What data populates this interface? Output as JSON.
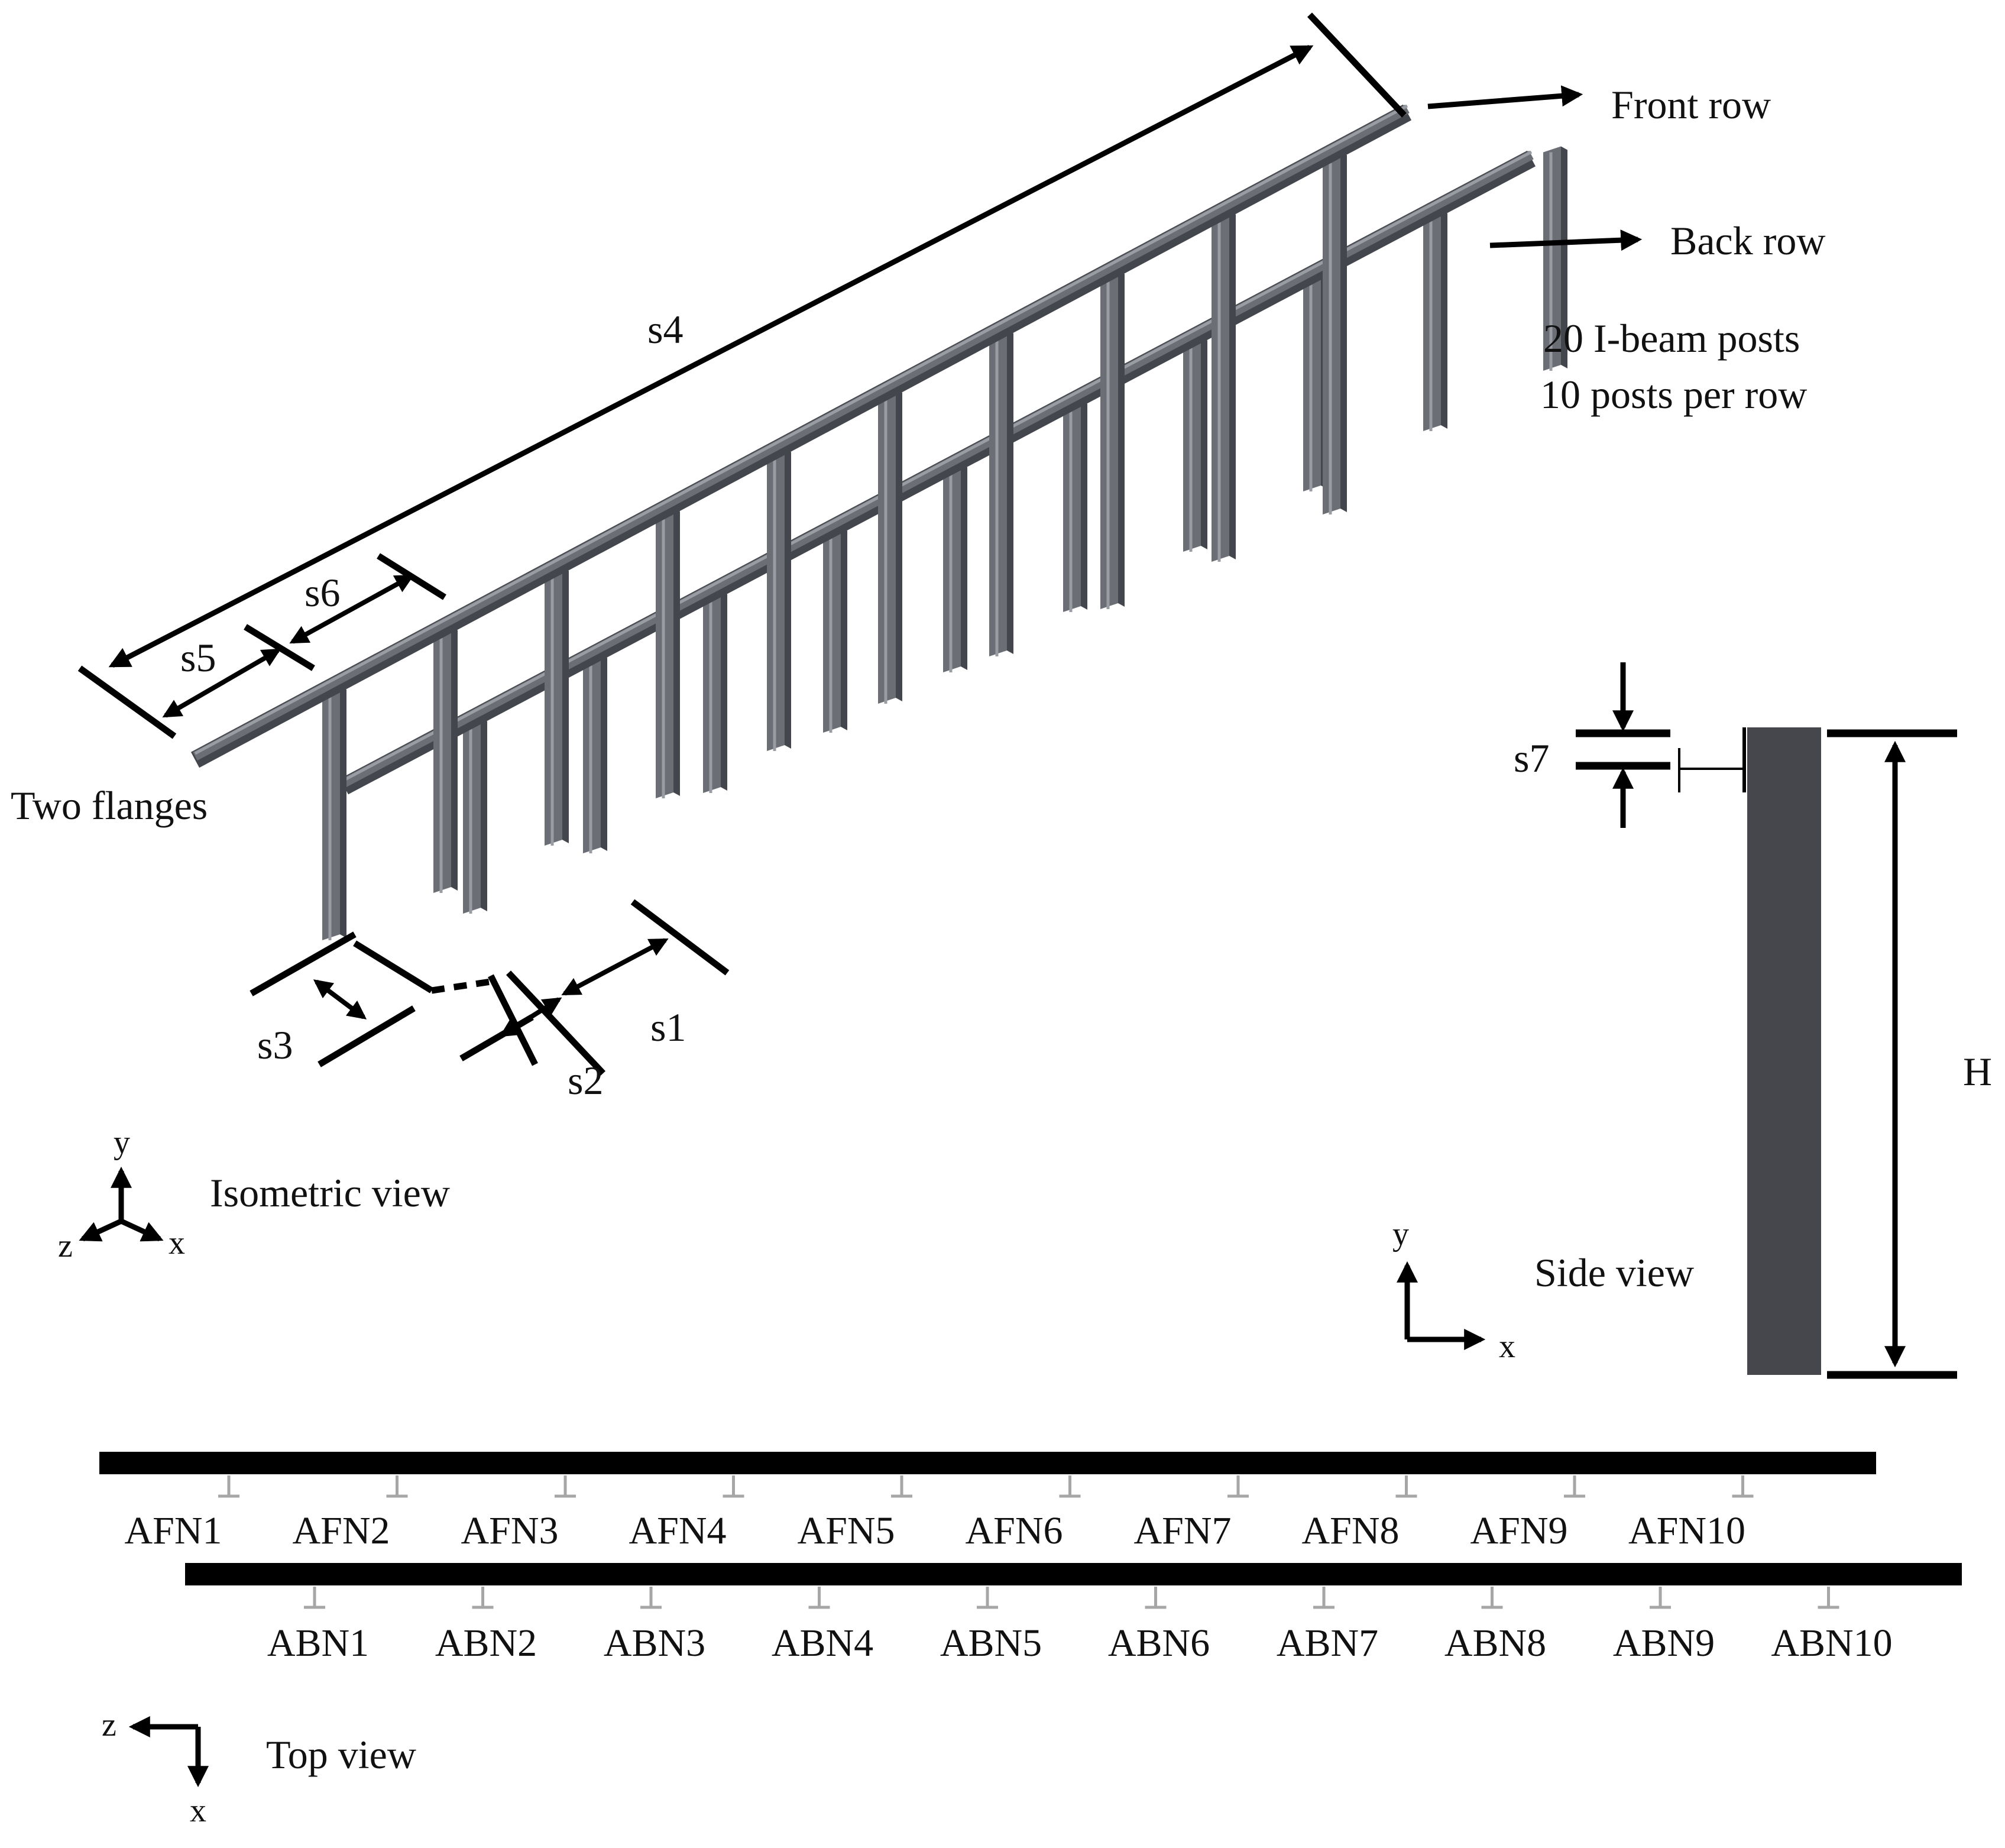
{
  "isometric": {
    "front_row_label": "Front row",
    "back_row_label": "Back row",
    "posts_line1": "20 I-beam  posts",
    "posts_line2": "10 posts per row",
    "two_flanges_label": "Two flanges",
    "view_label": "Isometric view",
    "dims": {
      "s1": "s1",
      "s2": "s2",
      "s3": "s3",
      "s4": "s4",
      "s5": "s5",
      "s6": "s6"
    },
    "axes": {
      "y": "y",
      "x": "x",
      "z": "z"
    }
  },
  "side": {
    "s7": "s7",
    "H": "H",
    "view_label": "Side view",
    "axes": {
      "y": "y",
      "x": "x"
    }
  },
  "top": {
    "front_labels": [
      "AFN1",
      "AFN2",
      "AFN3",
      "AFN4",
      "AFN5",
      "AFN6",
      "AFN7",
      "AFN8",
      "AFN9",
      "AFN10"
    ],
    "back_labels": [
      "ABN1",
      "ABN2",
      "ABN3",
      "ABN4",
      "ABN5",
      "ABN6",
      "ABN7",
      "ABN8",
      "ABN9",
      "ABN10"
    ],
    "view_label": "Top view",
    "axes": {
      "z": "z",
      "x": "x"
    }
  },
  "colors": {
    "steel": "#6b6e75",
    "steel_light": "#9a9ca3",
    "steel_dark": "#43464c",
    "ink": "#000000",
    "tick": "#a6a6a6",
    "post_side": "#45474d"
  }
}
